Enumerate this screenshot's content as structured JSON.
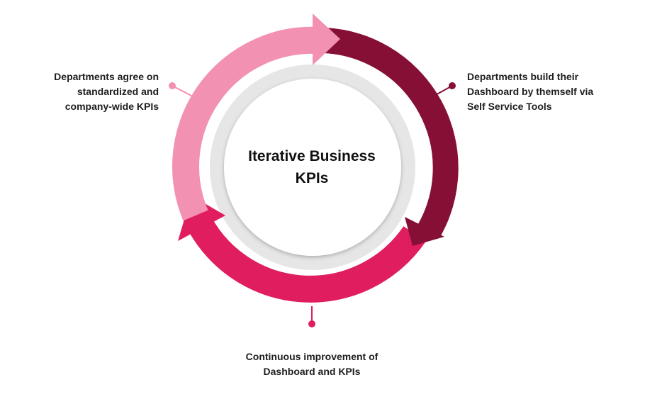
{
  "center": {
    "title": "Iterative Business\nKPIs"
  },
  "steps": [
    {
      "id": "left",
      "label": "Departments agree on\nstandardized and\ncompany-wide KPIs",
      "color": "#f291b1"
    },
    {
      "id": "right",
      "label": "Departments build their\nDashboard by themself via\nSelf Service Tools",
      "color": "#861035"
    },
    {
      "id": "bottom",
      "label": "Continuous improvement of\nDashboard and KPIs",
      "color": "#e01d5e"
    }
  ],
  "colors": {
    "inner_ring": "#e6e6e6",
    "center_fill": "#ffffff"
  }
}
